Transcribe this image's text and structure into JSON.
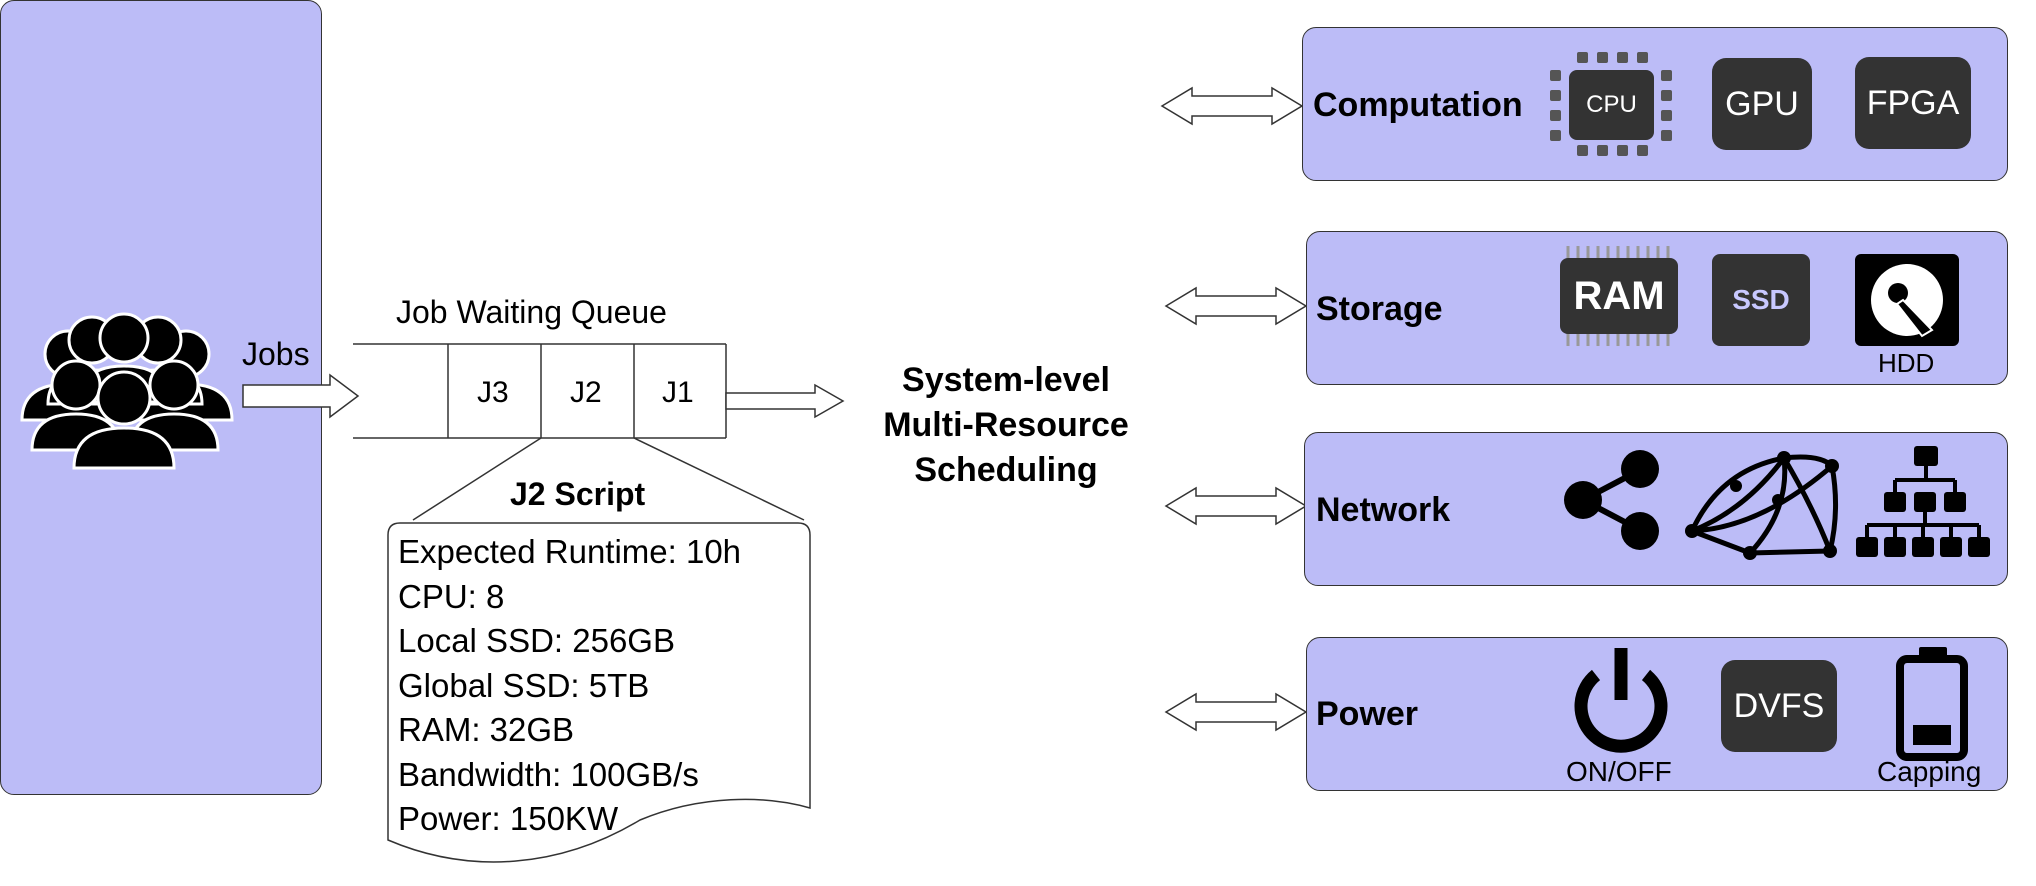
{
  "jobs_label": "Jobs",
  "queue": {
    "title": "Job Waiting Queue",
    "slots": [
      "J3",
      "J2",
      "J1"
    ]
  },
  "script": {
    "title": "J2 Script",
    "lines": [
      "Expected Runtime: 10h",
      "CPU: 8",
      "Local SSD: 256GB",
      "Global SSD: 5TB",
      "RAM: 32GB",
      "Bandwidth: 100GB/s",
      "Power: 150KW"
    ]
  },
  "scheduler": {
    "line1": "System-level",
    "line2": "Multi-Resource",
    "line3": "Scheduling"
  },
  "resources": {
    "computation": {
      "label": "Computation",
      "cpu": "CPU",
      "gpu": "GPU",
      "fpga": "FPGA"
    },
    "storage": {
      "label": "Storage",
      "ram": "RAM",
      "ssd": "SSD",
      "hdd": "HDD"
    },
    "network": {
      "label": "Network"
    },
    "power": {
      "label": "Power",
      "onoff": "ON/OFF",
      "dvfs": "DVFS",
      "capping": "Capping"
    }
  },
  "colors": {
    "box_fill": "#bcbcf7",
    "chip_fill": "#333333",
    "stroke": "#333333"
  }
}
